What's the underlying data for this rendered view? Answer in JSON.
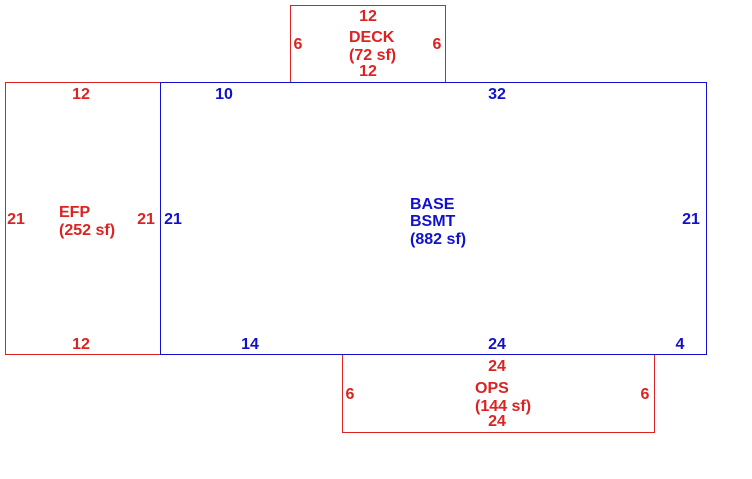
{
  "colors": {
    "addition": "#dd2222",
    "base": "#1111cc",
    "background": "#ffffff"
  },
  "deck": {
    "name": "DECK",
    "area": "(72 sf)",
    "top": "12",
    "bottom": "12",
    "left": "6",
    "right": "6"
  },
  "efp": {
    "name": "EFP",
    "area": "(252 sf)",
    "top": "12",
    "bottom": "12",
    "left": "21",
    "right": "21"
  },
  "base": {
    "name_line1": "BASE",
    "name_line2": "BSMT",
    "area": "(882 sf)",
    "top_left_seg": "10",
    "top_right_seg": "32",
    "left": "21",
    "right": "21",
    "bottom_left_seg": "14",
    "bottom_mid_seg": "24",
    "bottom_right_seg": "4"
  },
  "ops": {
    "name": "OPS",
    "area": "(144 sf)",
    "top": "24",
    "bottom": "24",
    "left": "6",
    "right": "6"
  }
}
